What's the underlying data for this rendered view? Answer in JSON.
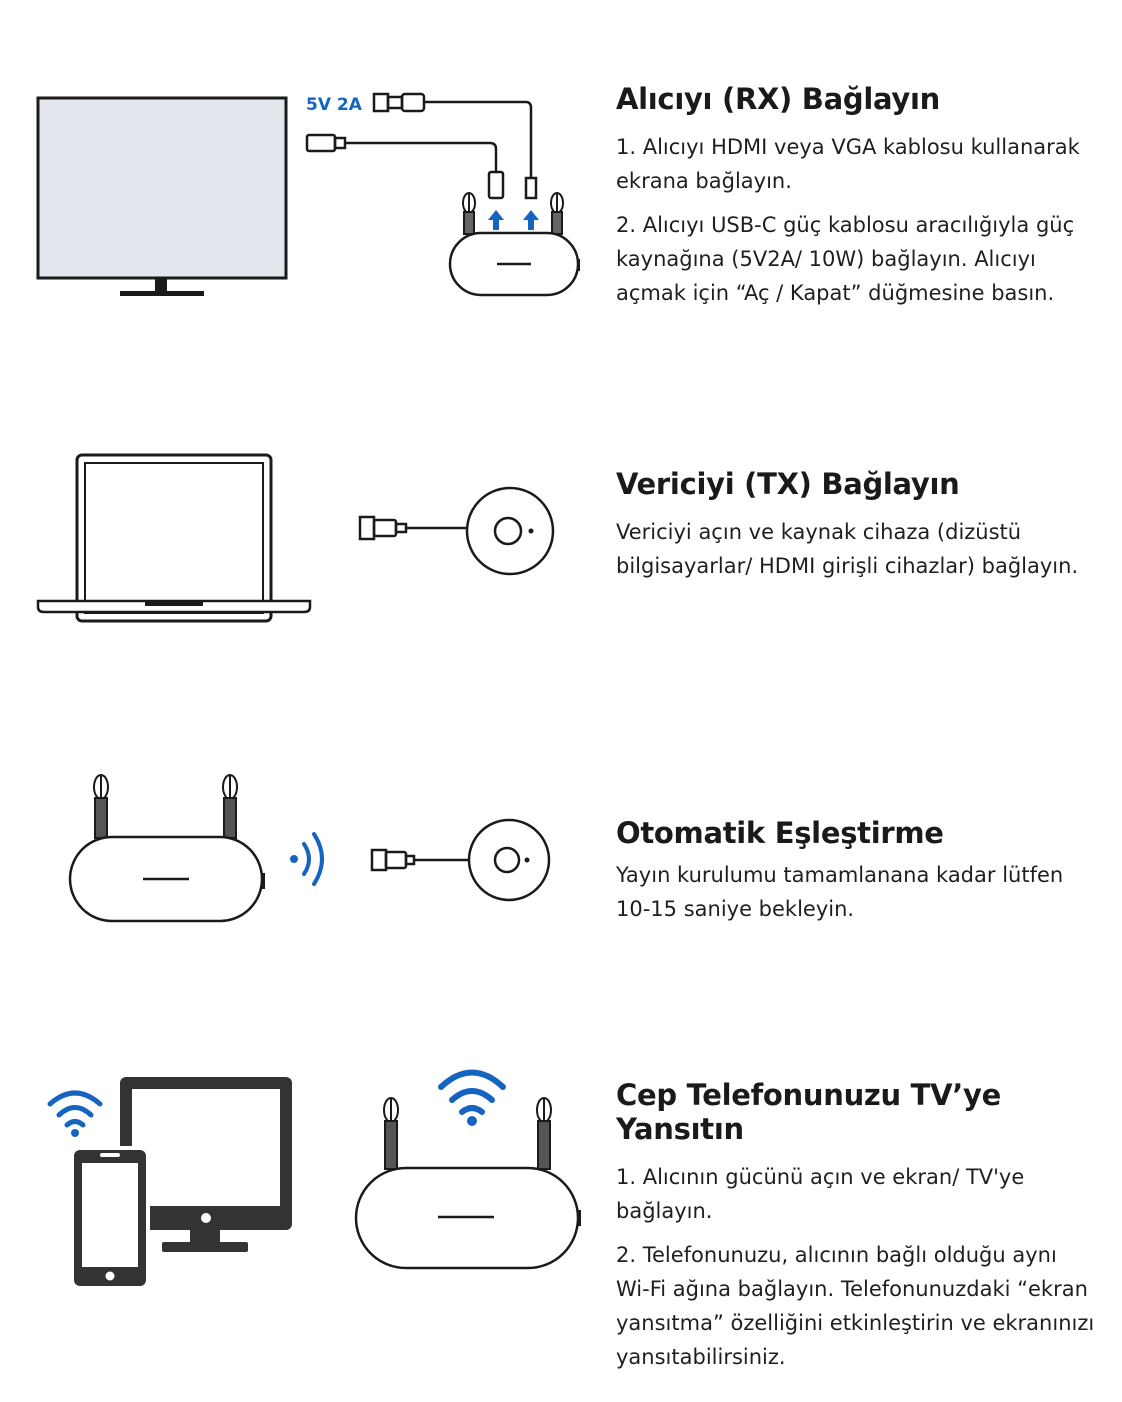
{
  "colors": {
    "accent": "#1565c0",
    "line": "#1a1a1a",
    "screen": "#e3e8ee",
    "icon_dark": "#333333"
  },
  "step1": {
    "title": "Alıcıyı (RX) Bağlayın",
    "para1": "1. Alıcıyı HDMI veya VGA kablosu kullanarak ekrana bağlayın.",
    "para2": "2. Alıcıyı USB-C güç kablosu aracılığıyla güç kaynağına (5V2A/ 10W) bağlayın. Alıcıyı açmak için “Aç / Kapat” düğmesine basın.",
    "power_label": "5V 2A",
    "icons": [
      "tv-icon",
      "usb-c-cable-icon",
      "hdmi-cable-icon",
      "receiver-icon",
      "antenna-icon",
      "arrow-up-icon"
    ]
  },
  "step2": {
    "title": "Vericiyi (TX) Bağlayın",
    "para1": "Vericiyi açın ve kaynak cihaza (dizüstü bilgisayarlar/ HDMI girişli cihazlar) bağlayın.",
    "icons": [
      "laptop-icon",
      "hdmi-plug-icon",
      "transmitter-puck-icon"
    ]
  },
  "step3": {
    "title": "Otomatik Eşleştirme",
    "para1": "Yayın kurulumu tamamlanana kadar lütfen 10-15 saniye bekleyin.",
    "icons": [
      "receiver-icon",
      "signal-waves-icon",
      "hdmi-plug-icon",
      "transmitter-puck-icon"
    ]
  },
  "step4": {
    "title": "Cep Telefonunuzu TV’ye Yansıtın",
    "para1": "1. Alıcının gücünü açın ve ekran/ TV'ye bağlayın.",
    "para2": "2. Telefonunuzu, alıcının bağlı olduğu aynı Wi-Fi ağına bağlayın. Telefonunuzdaki “ekran yansıtma” özelliğini etkinleştirin ve ekranınızı yansıtabilirsiniz.",
    "icons": [
      "wifi-icon",
      "monitor-icon",
      "phone-icon",
      "receiver-icon"
    ]
  }
}
